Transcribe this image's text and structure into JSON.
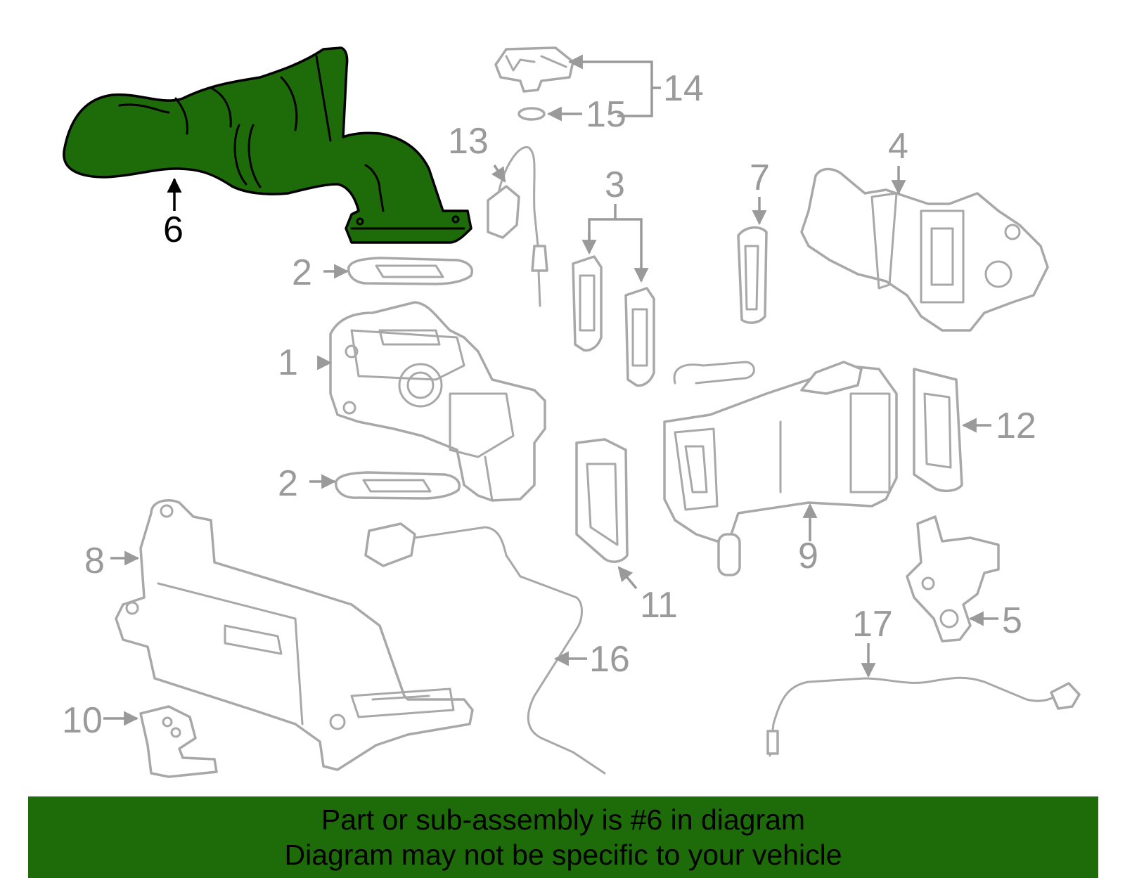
{
  "callouts": {
    "c1": "1",
    "c2a": "2",
    "c2b": "2",
    "c3": "3",
    "c4": "4",
    "c5": "5",
    "c6": "6",
    "c7": "7",
    "c8": "8",
    "c9": "9",
    "c10": "10",
    "c11": "11",
    "c12": "12",
    "c13": "13",
    "c14": "14",
    "c15": "15",
    "c16": "16",
    "c17": "17"
  },
  "highlighted_part": "6",
  "colors": {
    "highlight": "#1e6b0a",
    "outline": "#a8a8a8",
    "label": "#9a9a9a"
  },
  "banner": {
    "line1": "Part or sub-assembly is #6 in diagram",
    "line2": "Diagram may not be specific to your vehicle"
  }
}
